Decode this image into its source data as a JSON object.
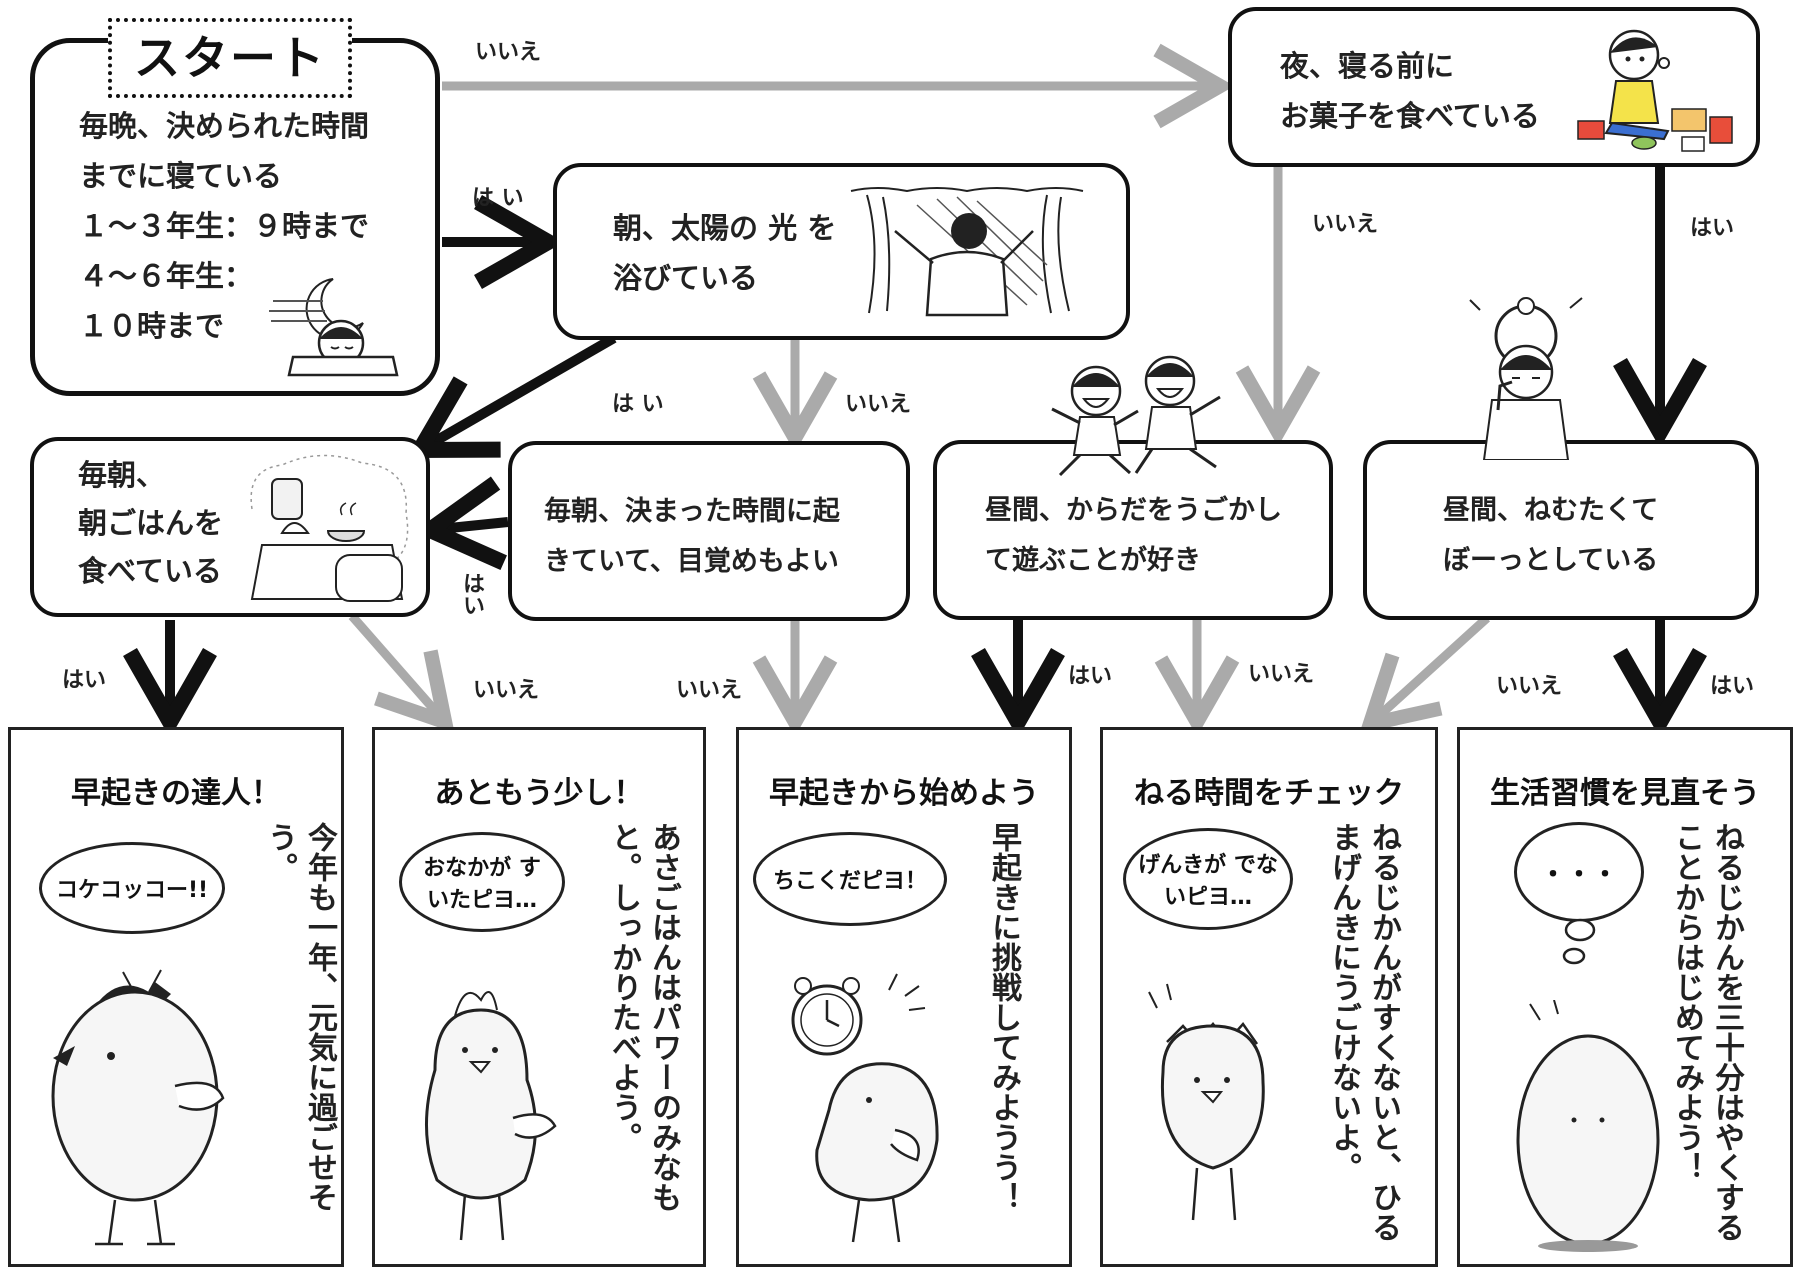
{
  "start": {
    "title": "スタート",
    "question_lines": [
      "毎晩、決められた時間",
      "までに寝ている",
      "１～３年生：９時まで",
      "４～６年生：",
      "１０時まで"
    ]
  },
  "questions": {
    "sun": {
      "lines": [
        "朝、太陽の 光 を",
        "浴びている"
      ]
    },
    "snack": {
      "lines": [
        "夜、寝る前に",
        "お菓子を食べている"
      ]
    },
    "breakfast": {
      "lines": [
        "毎朝、",
        "朝ごはんを",
        "食べている"
      ]
    },
    "wake": {
      "lines": [
        "毎朝、決まった時間に起",
        "きていて、目覚めもよい"
      ]
    },
    "play": {
      "lines": [
        "昼間、からだをうごかし",
        "て遊ぶことが好き"
      ]
    },
    "sleepy": {
      "lines": [
        "昼間、ねむたくて",
        "ぼーっとしている"
      ]
    }
  },
  "labels": {
    "yes": "はい",
    "yes_spaced": "は い",
    "no": "いいえ"
  },
  "results": [
    {
      "title": "早起きの達人！",
      "message": "今年も一年、元気に過ごせそう。",
      "bubble": "コケコッコー!!"
    },
    {
      "title": "あともう少し！",
      "message": "あさごはんはパワーのみなもと。しっかりたべよう。",
      "bubble": "おなかが すいたピヨ…"
    },
    {
      "title": "早起きから始めよう",
      "message": "早起きに挑戦してみようう！",
      "bubble": "ちこくだピヨ！"
    },
    {
      "title": "ねる時間をチェック",
      "message": "ねるじかんがすくないと、ひるまげんきにうごけないよ。",
      "bubble": "げんきが でないピヨ…"
    },
    {
      "title": "生活習慣を見直そう",
      "message": "ねるじかんを三十分はやくすることからはじめてみよう！",
      "bubble": "・・・"
    }
  ],
  "colors": {
    "yes_arrow": "#111111",
    "no_arrow": "#aaaaaa",
    "border": "#111111"
  }
}
